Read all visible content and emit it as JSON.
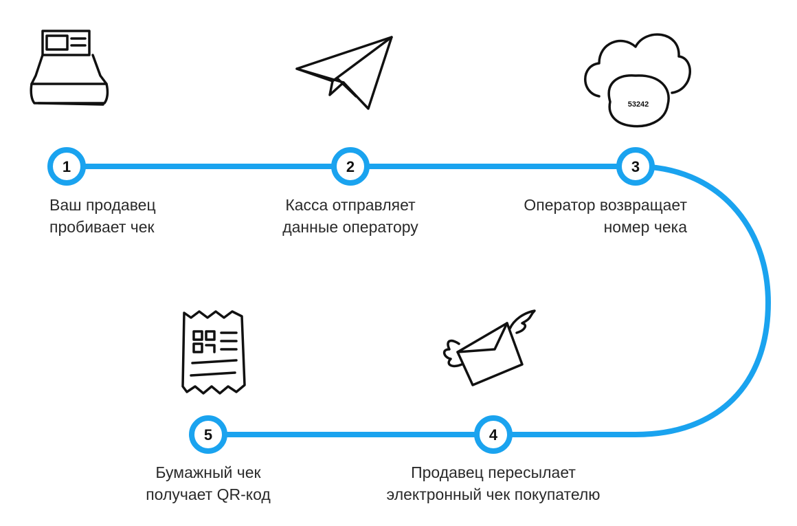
{
  "accent_color": "#1aa3ef",
  "steps": [
    {
      "number": "1",
      "line1": "Ваш продавец",
      "line2": "пробивает чек",
      "icon": "cash-register-icon"
    },
    {
      "number": "2",
      "line1": "Касса отправляет",
      "line2": "данные оператору",
      "icon": "paper-plane-icon"
    },
    {
      "number": "3",
      "line1": "Оператор возвращает",
      "line2": "номер чека",
      "icon": "cloud-icon",
      "icon_text": "53242"
    },
    {
      "number": "4",
      "line1": "Продавец пересылает",
      "line2": "электронный чек покупателю",
      "icon": "winged-envelope-icon"
    },
    {
      "number": "5",
      "line1": "Бумажный чек",
      "line2": "получает QR-код",
      "icon": "receipt-qr-icon"
    }
  ]
}
